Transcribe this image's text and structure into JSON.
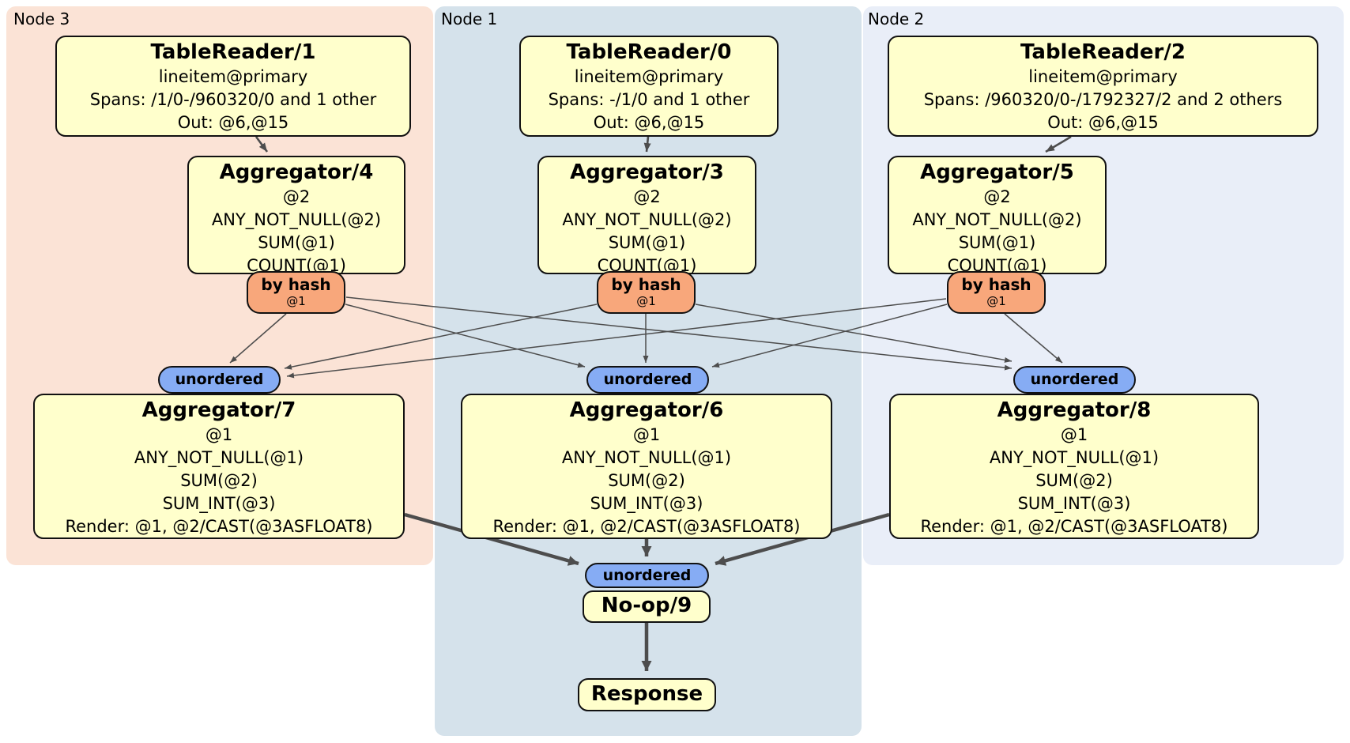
{
  "regions": [
    {
      "label": "Node 3",
      "table_reader": {
        "title": "TableReader/1",
        "detail": [
          "lineitem@primary",
          "Spans: /1/0-/960320/0 and 1 other",
          "Out: @6,@15"
        ]
      },
      "aggregator_top": {
        "title": "Aggregator/4",
        "detail": [
          "@2",
          "ANY_NOT_NULL(@2)",
          "SUM(@1)",
          "COUNT(@1)"
        ]
      },
      "router": {
        "label": "by hash",
        "detail": "@1"
      },
      "stream_sync": {
        "label": "unordered"
      },
      "aggregator_bottom": {
        "title": "Aggregator/7",
        "detail": [
          "@1",
          "ANY_NOT_NULL(@1)",
          "SUM(@2)",
          "SUM_INT(@3)",
          "Render: @1, @2/CAST(@3ASFLOAT8)"
        ]
      }
    },
    {
      "label": "Node 1",
      "table_reader": {
        "title": "TableReader/0",
        "detail": [
          "lineitem@primary",
          "Spans: -/1/0 and 1 other",
          "Out: @6,@15"
        ]
      },
      "aggregator_top": {
        "title": "Aggregator/3",
        "detail": [
          "@2",
          "ANY_NOT_NULL(@2)",
          "SUM(@1)",
          "COUNT(@1)"
        ]
      },
      "router": {
        "label": "by hash",
        "detail": "@1"
      },
      "stream_sync": {
        "label": "unordered"
      },
      "aggregator_bottom": {
        "title": "Aggregator/6",
        "detail": [
          "@1",
          "ANY_NOT_NULL(@1)",
          "SUM(@2)",
          "SUM_INT(@3)",
          "Render: @1, @2/CAST(@3ASFLOAT8)"
        ]
      }
    },
    {
      "label": "Node 2",
      "table_reader": {
        "title": "TableReader/2",
        "detail": [
          "lineitem@primary",
          "Spans: /960320/0-/1792327/2 and 2 others",
          "Out: @6,@15"
        ]
      },
      "aggregator_top": {
        "title": "Aggregator/5",
        "detail": [
          "@2",
          "ANY_NOT_NULL(@2)",
          "SUM(@1)",
          "COUNT(@1)"
        ]
      },
      "router": {
        "label": "by hash",
        "detail": "@1"
      },
      "stream_sync": {
        "label": "unordered"
      },
      "aggregator_bottom": {
        "title": "Aggregator/8",
        "detail": [
          "@1",
          "ANY_NOT_NULL(@1)",
          "SUM(@2)",
          "SUM_INT(@3)",
          "Render: @1, @2/CAST(@3ASFLOAT8)"
        ]
      }
    }
  ],
  "final_stage": {
    "stream_sync": "unordered",
    "noop": "No-op/9",
    "response": "Response"
  },
  "colors": {
    "node3_bg": "#FBE3D6",
    "node1_bg": "#D5E2EB",
    "node2_bg": "#E9EEF8",
    "processor_box": "#FFFFCC",
    "router": "#F8A77B",
    "sync": "#86ACF4",
    "edge": "#4D4D4D"
  }
}
